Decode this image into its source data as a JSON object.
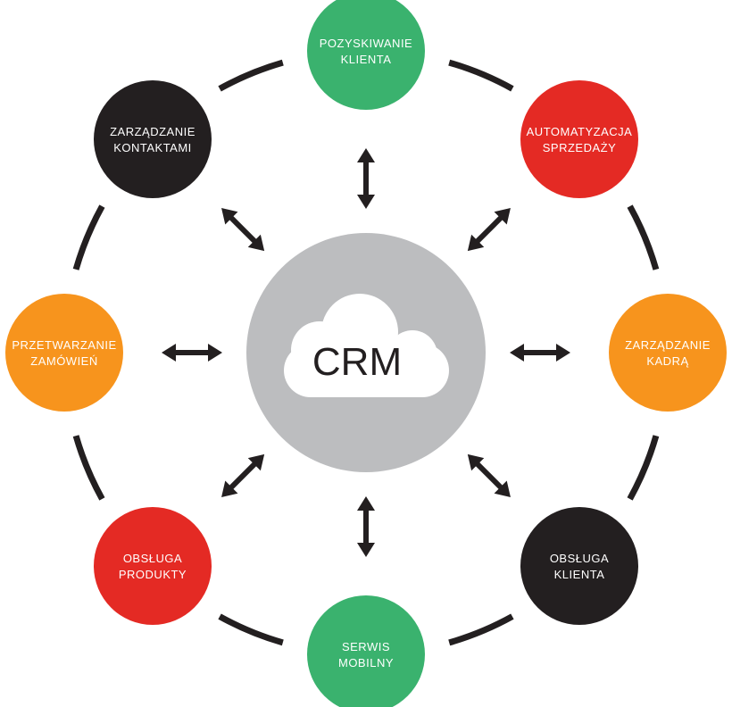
{
  "hub": {
    "label": "CRM",
    "color": "#bcbdbf",
    "cloud_color": "#ffffff",
    "text_color": "#231f20"
  },
  "ring_color": "#231f20",
  "arrow_color": "#231f20",
  "nodes": [
    {
      "id": "pozyskiwanie-klienta",
      "lines": [
        "POZYSKIWANIE",
        "KLIENTA"
      ],
      "color": "#3ab26e"
    },
    {
      "id": "automatyzacja-sprzedazy",
      "lines": [
        "AUTOMATYZACJA",
        "SPRZEDAŻY"
      ],
      "color": "#e42a24"
    },
    {
      "id": "zarzadzanie-kadra",
      "lines": [
        "ZARZĄDZANIE",
        "KADRĄ"
      ],
      "color": "#f7941d"
    },
    {
      "id": "obsluga-klienta",
      "lines": [
        "OBSŁUGA",
        "KLIENTA"
      ],
      "color": "#231f20"
    },
    {
      "id": "serwis-mobilny",
      "lines": [
        "SERWIS",
        "MOBILNY"
      ],
      "color": "#3ab26e"
    },
    {
      "id": "obsluga-produkty",
      "lines": [
        "OBSŁUGA",
        "PRODUKTY"
      ],
      "color": "#e42a24"
    },
    {
      "id": "przetwarzanie-zamowien",
      "lines": [
        "PRZETWARZANIE",
        "ZAMÓWIEŃ"
      ],
      "color": "#f7941d"
    },
    {
      "id": "zarzadzanie-kontaktami",
      "lines": [
        "ZARZĄDZANIE",
        "KONTAKTAMI"
      ],
      "color": "#231f20"
    }
  ]
}
